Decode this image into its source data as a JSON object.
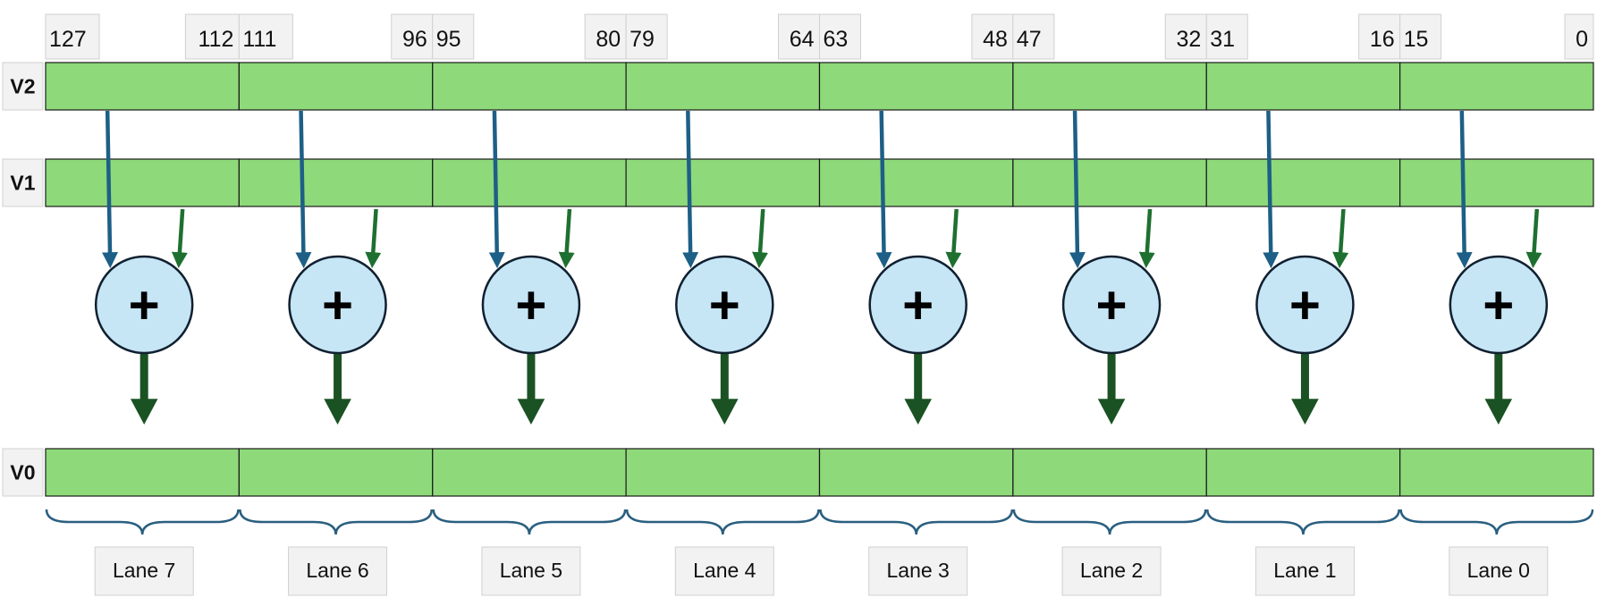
{
  "colors": {
    "register_fill": "#8ed97a",
    "register_stroke": "#1a1a1a",
    "label_box_fill": "#f2f2f2",
    "label_box_stroke": "#d0d0d0",
    "adder_fill": "#c6e5f5",
    "adder_stroke": "#102030",
    "arrow_v2": "#1d5f86",
    "arrow_v1": "#1e7030",
    "arrow_out": "#1b5224",
    "brace": "#2a5f80"
  },
  "registers": [
    {
      "id": "v2",
      "label": "V2"
    },
    {
      "id": "v1",
      "label": "V1"
    },
    {
      "id": "v0",
      "label": "V0"
    }
  ],
  "bit_labels": [
    [
      "127",
      "112"
    ],
    [
      "111",
      "96"
    ],
    [
      "95",
      "80"
    ],
    [
      "79",
      "64"
    ],
    [
      "63",
      "48"
    ],
    [
      "47",
      "32"
    ],
    [
      "31",
      "16"
    ],
    [
      "15",
      "0"
    ]
  ],
  "adder_symbol": "+",
  "lanes": [
    "Lane 7",
    "Lane 6",
    "Lane 5",
    "Lane 4",
    "Lane 3",
    "Lane 2",
    "Lane 1",
    "Lane 0"
  ]
}
